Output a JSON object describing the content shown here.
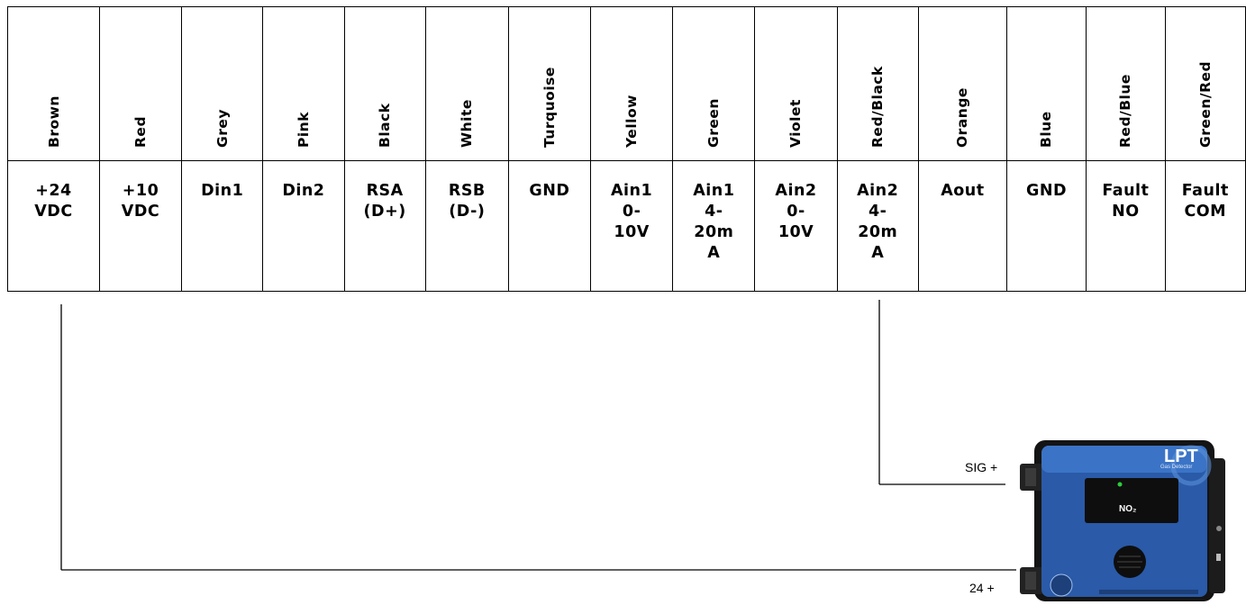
{
  "columns": [
    {
      "color": "Brown",
      "terminal": "+24\nVDC"
    },
    {
      "color": "Red",
      "terminal": "+10\nVDC"
    },
    {
      "color": "Grey",
      "terminal": "Din1"
    },
    {
      "color": "Pink",
      "terminal": "Din2"
    },
    {
      "color": "Black",
      "terminal": "RSA\n(D+)"
    },
    {
      "color": "White",
      "terminal": "RSB\n(D-)"
    },
    {
      "color": "Turquoise",
      "terminal": "GND"
    },
    {
      "color": "Yellow",
      "terminal": "Ain1\n0-\n10V"
    },
    {
      "color": "Green",
      "terminal": "Ain1\n4-\n20m\nA"
    },
    {
      "color": "Violet",
      "terminal": "Ain2\n0-\n10V"
    },
    {
      "color": "Red/Black",
      "terminal": "Ain2\n4-\n20m\nA"
    },
    {
      "color": "Orange",
      "terminal": "Aout"
    },
    {
      "color": "Blue",
      "terminal": "GND"
    },
    {
      "color": "Red/Blue",
      "terminal": "Fault\nNO"
    },
    {
      "color": "Green/Red",
      "terminal": "Fault\nCOM"
    }
  ],
  "wire_labels": {
    "sig": "SIG +",
    "power": "24 +"
  },
  "device": {
    "brand": "LPT",
    "subtitle": "Gas Detector",
    "gas": "NO₂"
  }
}
